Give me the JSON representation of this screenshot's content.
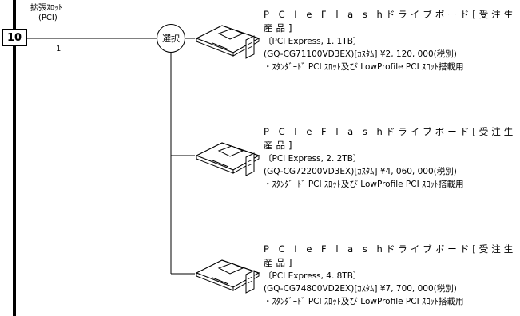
{
  "section": {
    "number": "10",
    "title": "拡張ｽﾛｯﾄ",
    "subtitle": "(PCI)",
    "count": "1"
  },
  "selector": {
    "label": "選択"
  },
  "products": [
    {
      "title_latin": "P C I e  F l a s h",
      "title_jp": "ドライブボード[受注生産品]",
      "spec": "〔PCI Express, 1. 1TB〕",
      "price_line": "(GQ-CG71100VD3EX)[ｶｽﾀﾑ]  ¥2, 120, 000(税別)",
      "note": "・ｽﾀﾝﾀﾞｰﾄﾞ PCI ｽﾛｯﾄ及び LowProfile PCI ｽﾛｯﾄ搭載用"
    },
    {
      "title_latin": "P C I e  F l a s h",
      "title_jp": "ドライブボード[受注生産品]",
      "spec": "〔PCI Express, 2. 2TB〕",
      "price_line": "(GQ-CG72200VD3EX)[ｶｽﾀﾑ]  ¥4, 060, 000(税別)",
      "note": "・ｽﾀﾝﾀﾞｰﾄﾞ PCI ｽﾛｯﾄ及び LowProfile PCI ｽﾛｯﾄ搭載用"
    },
    {
      "title_latin": "P C I e  F l a s h",
      "title_jp": "ドライブボード[受注生産品]",
      "spec": "〔PCI Express, 4. 8TB〕",
      "price_line": "(GQ-CG74800VD2EX)[ｶｽﾀﾑ]  ¥7, 700, 000(税別)",
      "note": "・ｽﾀﾝﾀﾞｰﾄﾞ PCI ｽﾛｯﾄ及び LowProfile PCI ｽﾛｯﾄ搭載用"
    }
  ],
  "icons": {
    "card": "pci-card-icon"
  },
  "colors": {
    "line": "#000000",
    "card_fill": "#ffffff"
  }
}
